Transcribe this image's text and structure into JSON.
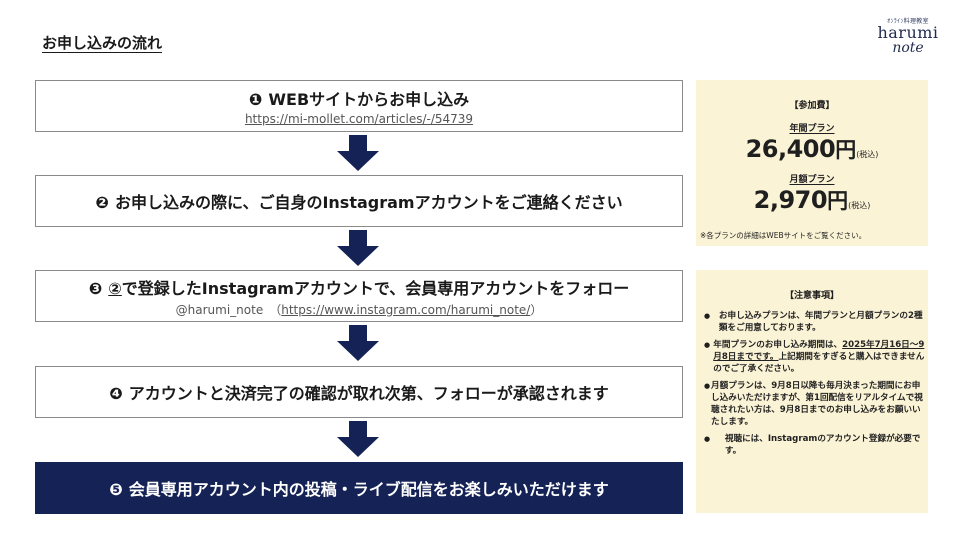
{
  "page": {
    "title": "お申し込みの流れ"
  },
  "logo": {
    "small": "ｵﾝﾗｲﾝ料理教室",
    "main": "harumi",
    "sub": "note"
  },
  "steps": [
    {
      "num": "❶",
      "text": "WEBサイトからお申し込み",
      "sub_link": "https://mi-mollet.com/articles/-/54739"
    },
    {
      "num": "❷",
      "text": "お申し込みの際に、ご自身のInstagramアカウントをご連絡ください"
    },
    {
      "num": "❸",
      "ref": "②",
      "text": "で登録したInstagramアカウントで、会員専用アカウントをフォロー",
      "sub_handle": "@harumi_note　（",
      "sub_link": "https://www.instagram.com/harumi_note/",
      "sub_close": "）"
    },
    {
      "num": "❹",
      "text": "アカウントと決済完了の確認が取れ次第、フォローが承認されます"
    },
    {
      "num": "❺",
      "text": "会員専用アカウント内の投稿・ライブ配信をお楽しみいただけます"
    }
  ],
  "fees": {
    "heading": "【参加費】",
    "annual": {
      "label": "年間プラン",
      "price": "26,400",
      "unit": "円",
      "tax": "(税込)"
    },
    "monthly": {
      "label": "月額プラン",
      "price": "2,970",
      "unit": "円",
      "tax": "(税込)"
    },
    "note": "※各プランの詳細はWEBサイトをご覧ください。"
  },
  "notes": {
    "heading": "【注意事項】",
    "items": [
      {
        "bullet": "●",
        "text": "お申し込みプランは、年間プランと月額プランの2種類をご用意しております。"
      },
      {
        "bullet": "●",
        "pre": "年間プランのお申し込み期間は、",
        "highlight": "2025年7月16日〜9月8日までです。",
        "post": "上記期間をすぎると購入はできませんのでご了承ください。"
      },
      {
        "bullet": "●",
        "text": "月額プランは、9月8日以降も毎月決まった期間にお申し込みいただけますが、第1回配信をリアルタイムで視聴されたい方は、9月8日までのお申し込みをお願いいたします。"
      },
      {
        "bullet": "●",
        "text": "視聴には、Instagramのアカウント登録が必要です。"
      }
    ]
  },
  "colors": {
    "navy": "#152256",
    "panel": "#fbf3d6",
    "border": "#8a8a8a"
  }
}
